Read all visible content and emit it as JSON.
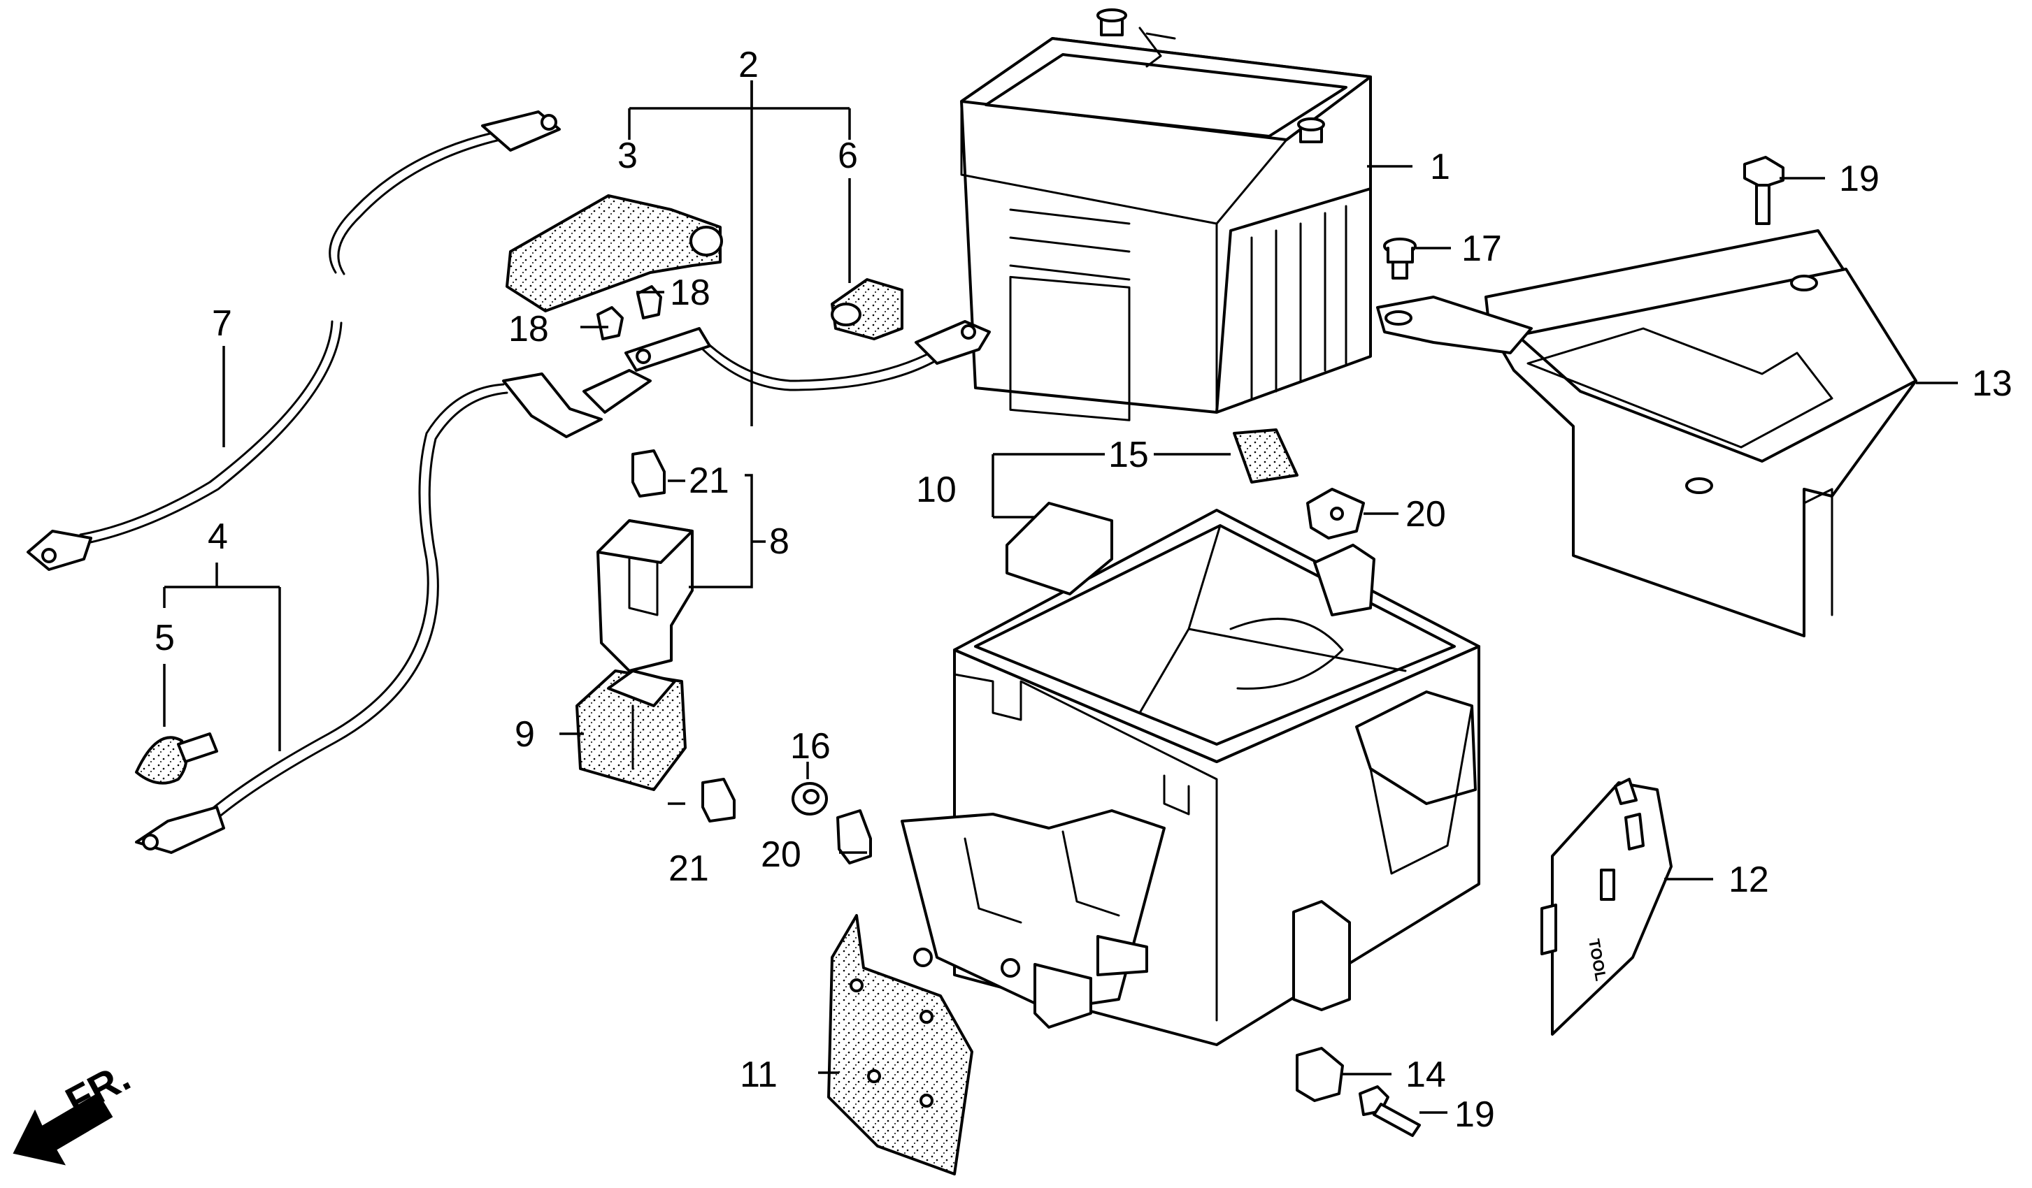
{
  "parts": {
    "p1": "1",
    "p2": "2",
    "p3": "3",
    "p4": "4",
    "p5": "5",
    "p6": "6",
    "p7": "7",
    "p8": "8",
    "p9": "9",
    "p10": "10",
    "p11": "11",
    "p12": "12",
    "p13": "13",
    "p14": "14",
    "p15": "15",
    "p16": "16",
    "p17": "17",
    "p18a": "18",
    "p18b": "18",
    "p19a": "19",
    "p19b": "19",
    "p20a": "20",
    "p20b": "20",
    "p21a": "21",
    "p21b": "21"
  },
  "front_arrow_label": "FR.",
  "tool_cover_label": "TOOL"
}
